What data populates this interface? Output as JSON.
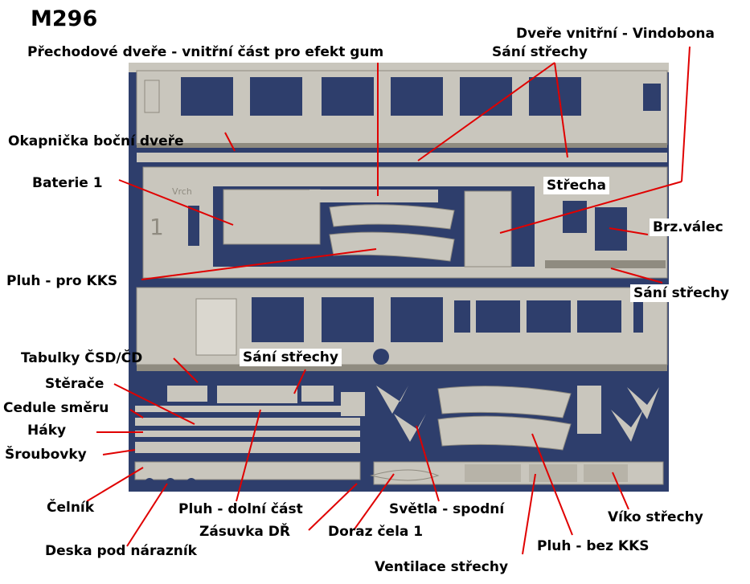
{
  "title": "M296",
  "colors": {
    "background": "#ffffff",
    "cloth": "#2e3e6c",
    "metal": "#c9c6bd",
    "metal_dark": "#8f8b80",
    "leader_line": "#e00000"
  },
  "labels": {
    "prechodove_dvere": "Přechodové dveře - vnitřní část pro efekt gum",
    "dvere_vnitrni": "Dveře vnitřní - Vindobona",
    "sani_strechy_top": "Sání střechy",
    "okapnicka": "Okapnička boční dveře",
    "baterie": "Baterie 1",
    "strecha": "Střecha",
    "brz_valec": "Brz.válec",
    "pluh_kks": "Pluh - pro KKS",
    "sani_strechy_right": "Sání střechy",
    "tabulky": "Tabulky ČSD/ČD",
    "sani_strechy_mid": "Sání střechy",
    "sterace": "Stěrače",
    "cedule": "Cedule směru",
    "haky": "Háky",
    "sroubovky": "Šroubovky",
    "celnik": "Čelník",
    "pluh_dolni": "Pluh - dolní část",
    "svetla": "Světla - spodní",
    "viko": "Víko střechy",
    "zasuvka": "Zásuvka DŘ",
    "doraz": "Doraz čela 1",
    "deska": "Deska pod nárazník",
    "pluh_bez": "Pluh - bez KKS",
    "ventilace": "Ventilace střechy"
  },
  "etch_text": {
    "vrch": "Vrch",
    "one": "1"
  }
}
